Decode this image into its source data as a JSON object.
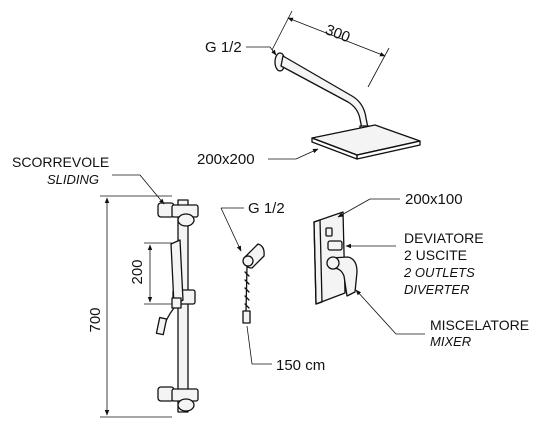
{
  "head_shower": {
    "arm_length": "300",
    "connection": "G 1/2",
    "plate_size": "200x200"
  },
  "slide_rail": {
    "label": "SCORREVOLE",
    "label_en": "SLIDING",
    "height": "700",
    "handset_length": "200"
  },
  "hose": {
    "connection": "G 1/2",
    "length": "150 cm"
  },
  "mixer_unit": {
    "plate_size": "200x100",
    "diverter_label": "DEVIATORE",
    "outlets_label": "2 USCITE",
    "outlets_label_en": "2 OUTLETS",
    "diverter_label_en": "DIVERTER",
    "mixer_label": "MISCELATORE",
    "mixer_label_en": "MIXER"
  }
}
